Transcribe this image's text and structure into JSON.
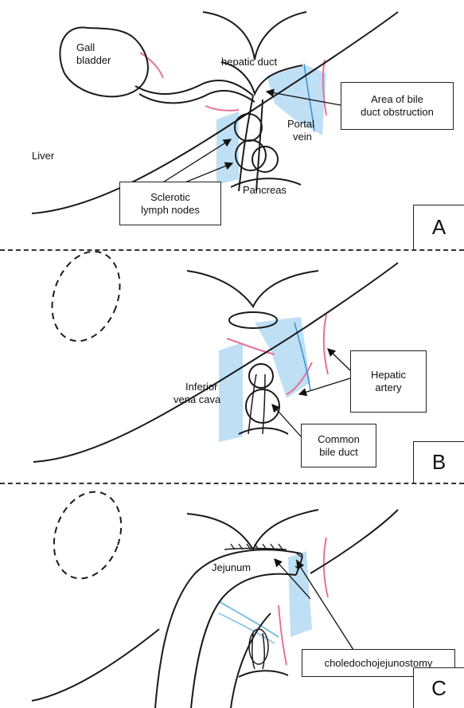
{
  "panels": [
    {
      "letter": "A",
      "labels": {
        "gall_bladder_1": "Gall",
        "gall_bladder_2": "bladder",
        "hepatic_duct": "hepatic duct",
        "portal_vein_1": "Portal",
        "portal_vein_2": "vein",
        "liver": "Liver",
        "pancreas": "Pancreas"
      },
      "callouts": {
        "obstruction_1": "Area of bile",
        "obstruction_2": "duct obstruction",
        "lymph_1": "Sclerotic",
        "lymph_2": "lymph nodes"
      }
    },
    {
      "letter": "B",
      "labels": {
        "ivc_1": "Inferior",
        "ivc_2": "vena cava"
      },
      "callouts": {
        "hepatic_artery_1": "Hepatic",
        "hepatic_artery_2": "artery",
        "cbd_1": "Common",
        "cbd_2": "bile duct"
      }
    },
    {
      "letter": "C",
      "labels": {
        "jejunum": "Jejunum"
      },
      "callouts": {
        "anastomosis": "choledochojejunostomy"
      }
    }
  ],
  "colors": {
    "vein_blue": "#7cc0e6",
    "artery_pink": "#e8709a",
    "line": "#1a1a1a"
  }
}
